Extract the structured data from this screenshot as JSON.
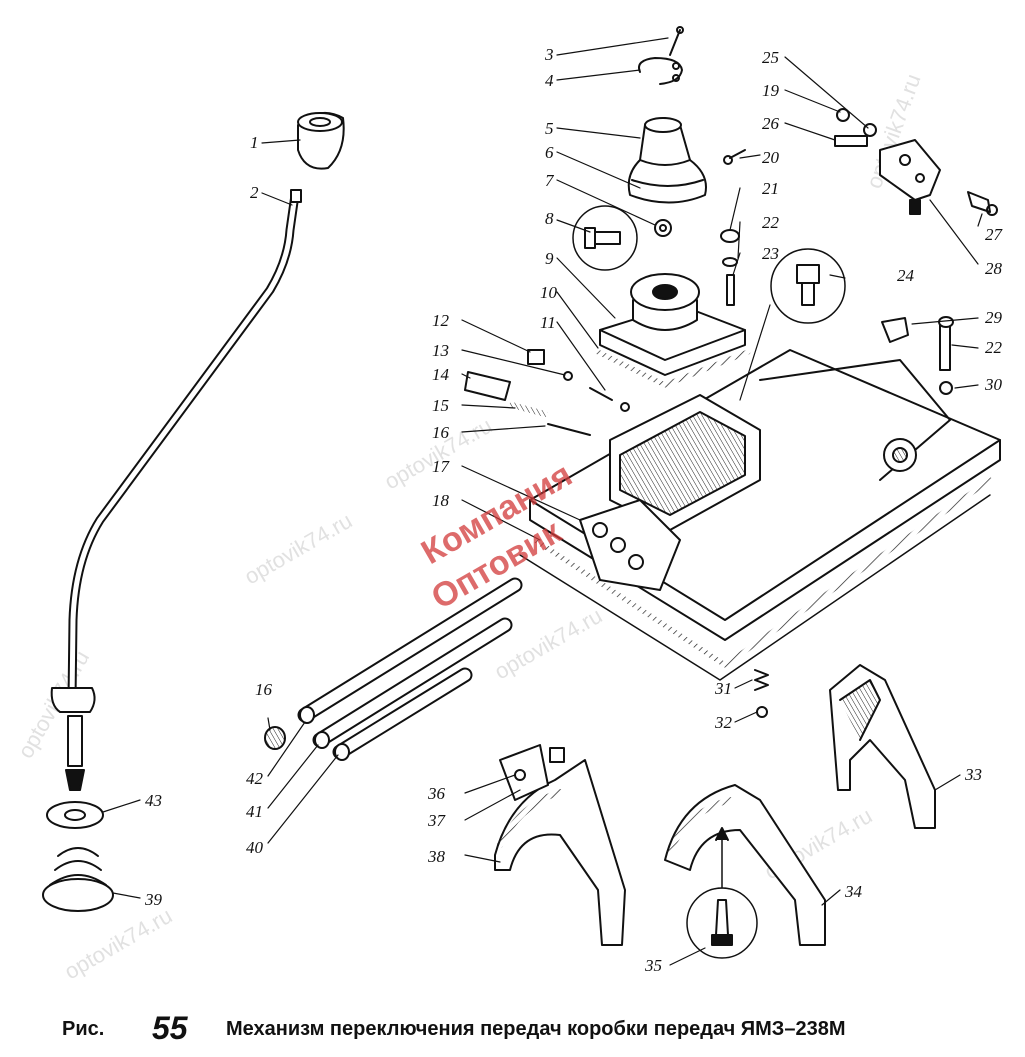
{
  "caption": {
    "prefix": "Рис.",
    "number": "55",
    "text": "Механизм переключения передач коробки передач ЯМЗ–238М"
  },
  "watermarks": {
    "site": "optovik74.ru",
    "stamp_line1": "Компания",
    "stamp_line2": "Оптовик"
  },
  "callouts": [
    "1",
    "2",
    "3",
    "4",
    "5",
    "6",
    "7",
    "8",
    "9",
    "10",
    "11",
    "12",
    "13",
    "14",
    "15",
    "16",
    "17",
    "18",
    "19",
    "20",
    "21",
    "22",
    "23",
    "24",
    "25",
    "26",
    "27",
    "28",
    "29",
    "22",
    "30",
    "31",
    "32",
    "33",
    "34",
    "35",
    "36",
    "37",
    "38",
    "39",
    "40",
    "41",
    "42",
    "43",
    "16"
  ],
  "colors": {
    "ink": "#111111",
    "stamp": "#d23a3a",
    "watermark": "#c9c9c9"
  }
}
